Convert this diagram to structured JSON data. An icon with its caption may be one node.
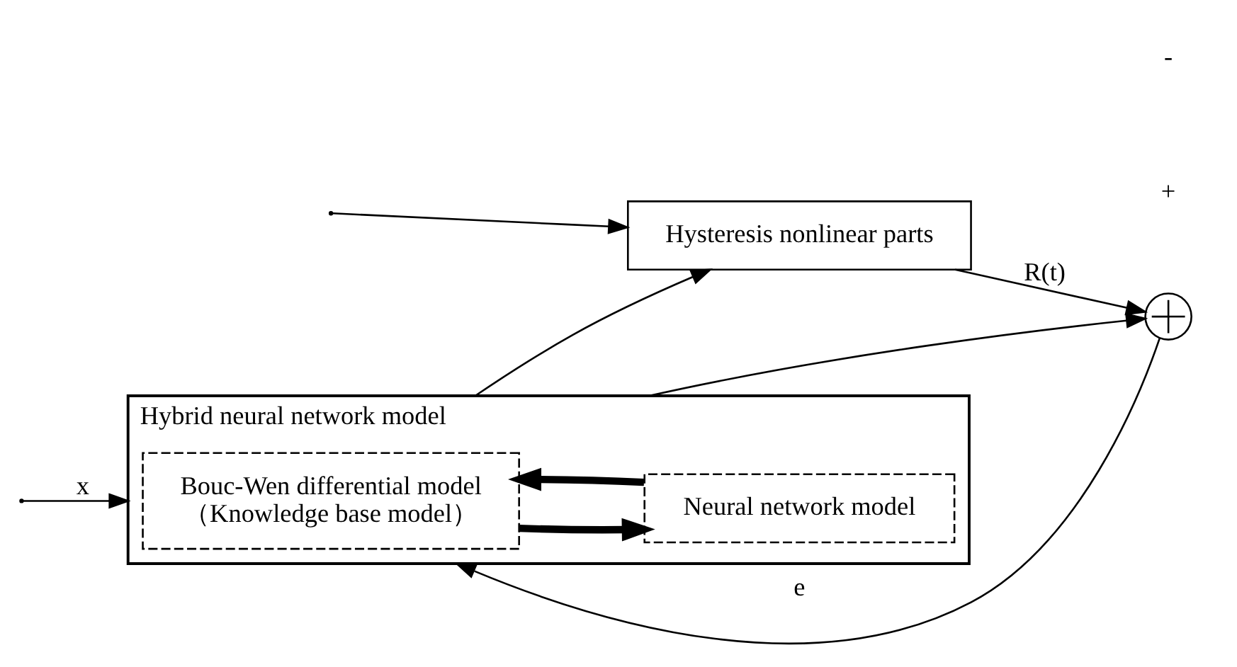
{
  "diagram": {
    "nodes": [
      {
        "text": [
          "Hysteresis nonlinear parts"
        ]
      },
      {
        "text": [
          "Hybrid neural network model"
        ]
      },
      {
        "text": [
          "Bouc-Wen differential model",
          "（Knowledge base model）"
        ],
        "in": 1
      },
      {
        "text": [
          "Neural network model"
        ],
        "in": 1
      },
      {
        "text": [],
        "shape": "circle"
      }
    ],
    "edges": [
      {
        "from": null,
        "to": 1,
        "arrow": "to",
        "label": "x"
      },
      {
        "from": null,
        "to": 0,
        "arrow": "to"
      },
      {
        "from": 2,
        "to": 3,
        "arrow": "to",
        "style": "thick"
      },
      {
        "from": 3,
        "to": 2,
        "arrow": "to",
        "style": "thick"
      },
      {
        "from": 1,
        "to": 0,
        "arrow": "to"
      },
      {
        "from": 0,
        "to": 4,
        "arrow": "to",
        "label": "R(t)"
      },
      {
        "from": 1,
        "to": 4,
        "arrow": "to"
      },
      {
        "from": 4,
        "to": 1,
        "arrow": "to",
        "label": "e"
      }
    ],
    "labels": [
      "+",
      "-"
    ]
  }
}
